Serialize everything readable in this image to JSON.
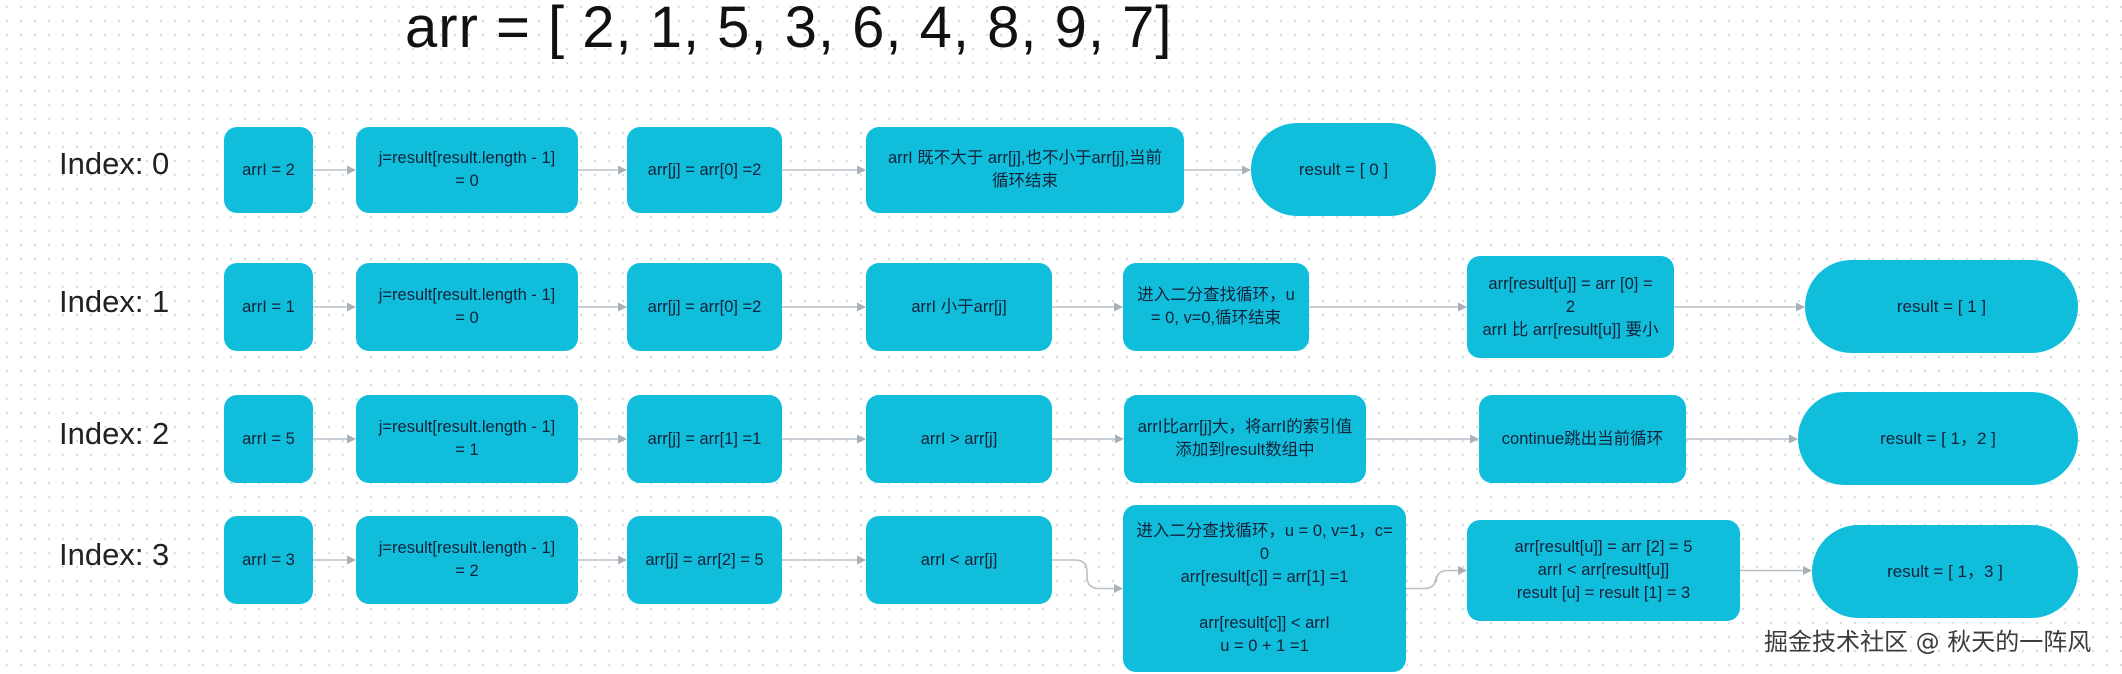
{
  "title": "arr = [ 2, 1, 5, 3, 6, 4, 8, 9, 7]",
  "watermark": "掘金技术社区 @ 秋天的一阵风",
  "rows": [
    {
      "label": "Index:  0",
      "steps": [
        "arrI =  2",
        "j=result[result.length - 1]\n= 0",
        "arr[j] = arr[0] =2",
        "arrI 既不大于 arr[j],也不小于arr[j],当前\n循环结束",
        "result = [ 0 ]"
      ]
    },
    {
      "label": "Index:  1",
      "steps": [
        "arrI =  1",
        "j=result[result.length - 1]\n= 0",
        "arr[j] = arr[0] =2",
        "arrI 小于arr[j]",
        "进入二分查找循环，u\n= 0, v=0,循环结束",
        "arr[result[u]] = arr [0] =\n2\narrI 比 arr[result[u]] 要小",
        "result = [ 1 ]"
      ]
    },
    {
      "label": "Index:  2",
      "steps": [
        "arrI =  5",
        "j=result[result.length - 1]\n= 1",
        "arr[j] = arr[1] =1",
        "arrI > arr[j]",
        "arrI比arr[j]大，将arrI的索引值\n添加到result数组中",
        "continue跳出当前循环",
        "result = [ 1，2 ]"
      ]
    },
    {
      "label": "Index:  3",
      "steps": [
        "arrI =  3",
        "j=result[result.length - 1]\n= 2",
        "arr[j] = arr[2] = 5",
        "arrI < arr[j]",
        "进入二分查找循环，u = 0, v=1，c=\n0\narr[result[c]] = arr[1] =1\n\narr[result[c]]  < arrI\nu = 0 + 1 =1",
        "arr[result[u]] = arr [2] = 5\narrI < arr[result[u]]\nresult [u] = result [1] = 3",
        "result = [ 1，3 ]"
      ]
    }
  ]
}
